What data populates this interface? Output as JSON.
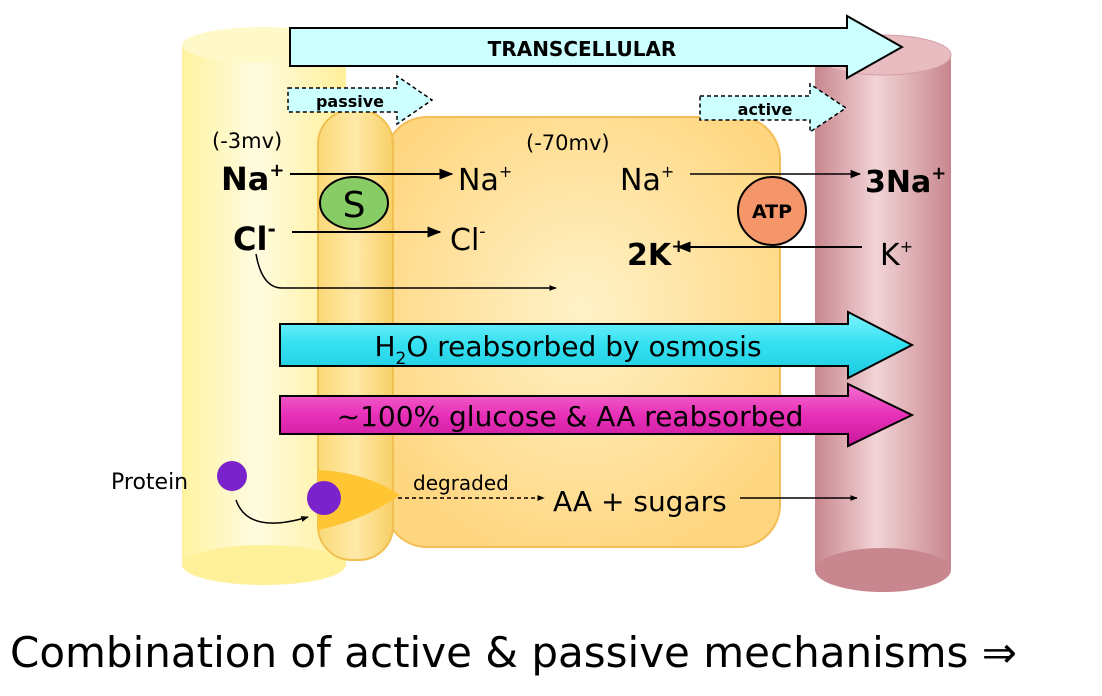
{
  "diagram": {
    "transcellular_label": "TRANSCELLULAR",
    "passive_label": "passive",
    "active_label": "active",
    "lumen_potential": "(-3mv)",
    "cell_potential": "(-70mv)",
    "lumen_na": "Na",
    "cell_na": "Na",
    "cell_na_right": "Na",
    "interstitial_na": "3Na",
    "lumen_cl": "Cl",
    "cell_cl": "Cl",
    "cell_k": "2K",
    "interstitial_k": "K",
    "plus_sign": "+",
    "minus_sign": "-",
    "symporter_label": "S",
    "atp_label": "ATP",
    "water_prefix": "H",
    "water_subscript": "2",
    "water_suffix": "O reabsorbed by osmosis",
    "glucose_label": "~100% glucose & AA reabsorbed",
    "protein_label": "Protein",
    "degraded_label": "degraded",
    "aa_sugars_label": "AA + sugars"
  },
  "caption": "Combination of active & passive mechanisms ⇒",
  "colors": {
    "lumen_yellow": "#FFF4A0",
    "cell_orange": "#FFD97A",
    "capillary_pink": "#D9A0A8",
    "transcellular_arrow": "#CCFFFF",
    "water_arrow": "#33E0F0",
    "glucose_arrow": "#E830B8",
    "symporter_green": "#88CC66",
    "atp_orange": "#F4956A",
    "protein_purple": "#7A22CC"
  }
}
